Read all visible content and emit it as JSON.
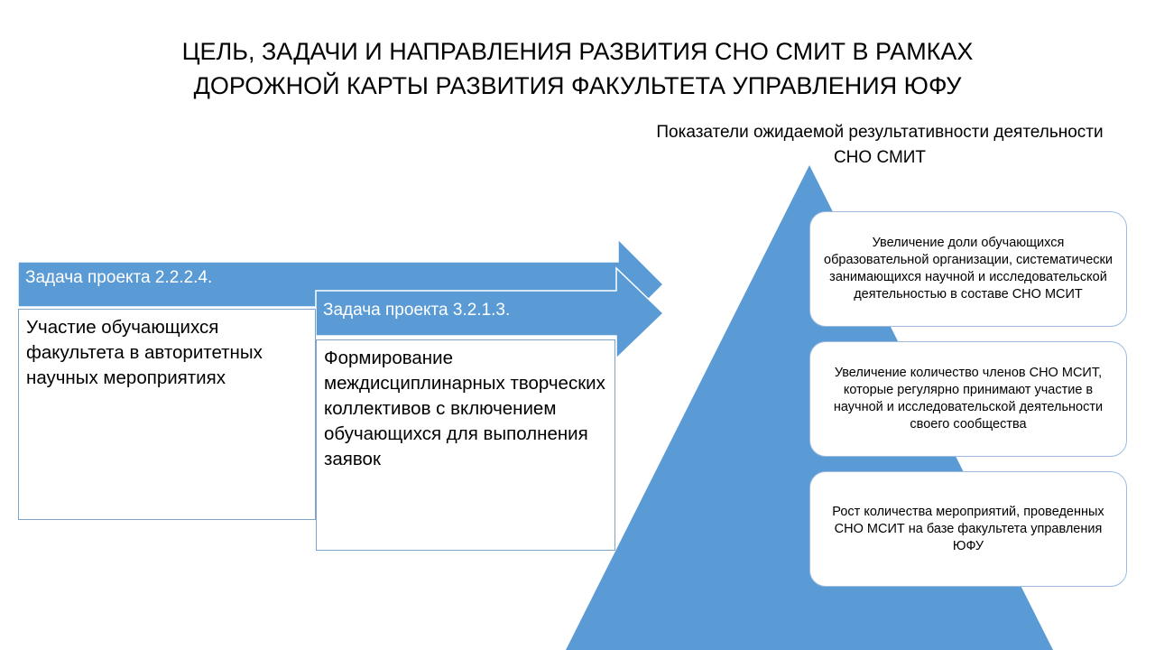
{
  "title": {
    "line1": "ЦЕЛЬ, ЗАДАЧИ И НАПРАВЛЕНИЯ РАЗВИТИЯ СНО СМИТ В РАМКАХ",
    "line2": "ДОРОЖНОЙ  КАРТЫ РАЗВИТИЯ ФАКУЛЬТЕТА УПРАВЛЕНИЯ ЮФУ"
  },
  "indicators_heading": {
    "line1": "Показатели ожидаемой результативности   деятельности",
    "line2": "СНО СМИТ"
  },
  "tasks": [
    {
      "label": "Задача проекта 2.2.2.4.",
      "description": "Участие обучающихся факультета в авторитетных научных мероприятиях"
    },
    {
      "label": "Задача проекта 3.2.1.3.",
      "description": "Формирование междисциплинарных творческих коллективов с включением обучающихся для выполнения заявок"
    }
  ],
  "indicators": [
    "Увеличение доли обучающихся образовательной организации, систематически занимающихся научной и исследовательской деятельностью в составе СНО МСИТ",
    "Увеличение количество членов СНО МСИТ, которые регулярно принимают участие в научной и исследовательской деятельности своего сообщества",
    "Рост количества мероприятий, проведенных СНО МСИТ на базе факультета управления ЮФУ"
  ],
  "colors": {
    "arrow_fill": "#5b9bd5",
    "arrow_stroke": "#ffffff",
    "triangle_fill": "#5b9bd5",
    "box_border": "#7fa3c8",
    "card_border": "#9dbbe0"
  }
}
